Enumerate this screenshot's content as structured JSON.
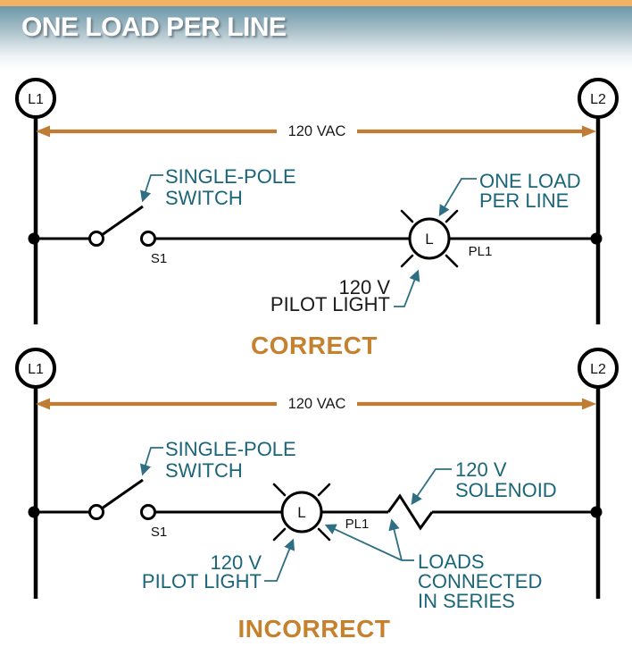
{
  "title": "ONE LOAD PER LINE",
  "colors": {
    "header_strip_orange": "#F2B264",
    "header_gradient_top": "#6C98AA",
    "callout_teal": "#1A6578",
    "leader_teal": "#2E6F83",
    "vac_arrow_orange": "#BE7C35",
    "verdict_orange": "#C5812D",
    "line_black": "#000000"
  },
  "symbols": {
    "pilot_letter": "L"
  },
  "diagram_correct": {
    "left_terminal": "L1",
    "right_terminal": "L2",
    "voltage": "120 VAC",
    "switch_callout_line1": "SINGLE-POLE",
    "switch_callout_line2": "SWITCH",
    "switch_ref": "S1",
    "load_callout_line1": "ONE LOAD",
    "load_callout_line2": "PER LINE",
    "pilot_callout_line1": "120 V",
    "pilot_callout_line2": "PILOT LIGHT",
    "pilot_ref": "PL1",
    "verdict": "CORRECT"
  },
  "diagram_incorrect": {
    "left_terminal": "L1",
    "right_terminal": "L2",
    "voltage": "120 VAC",
    "switch_callout_line1": "SINGLE-POLE",
    "switch_callout_line2": "SWITCH",
    "switch_ref": "S1",
    "solenoid_callout_line1": "120 V",
    "solenoid_callout_line2": "SOLENOID",
    "pilot_callout_line1": "120 V",
    "pilot_callout_line2": "PILOT LIGHT",
    "pilot_ref": "PL1",
    "series_callout_line1": "LOADS",
    "series_callout_line2": "CONNECTED",
    "series_callout_line3": "IN SERIES",
    "verdict": "INCORRECT"
  }
}
